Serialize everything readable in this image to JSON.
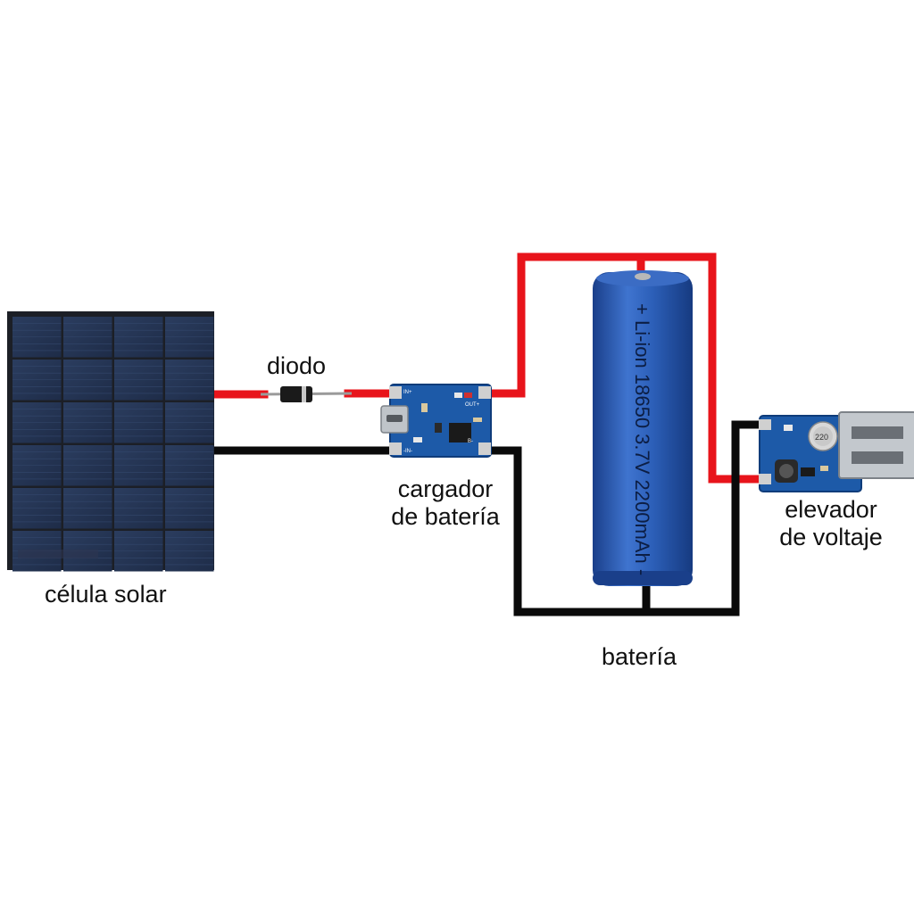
{
  "labels": {
    "diode": "diodo",
    "charger_line1": "cargador",
    "charger_line2": "de batería",
    "solar_cell": "célula solar",
    "battery": "batería",
    "booster_line1": "elevador",
    "booster_line2": "de voltaje"
  },
  "battery_print": "+ Li-ion 18650 3.7V 2200mAh -",
  "charger_markings": {
    "in_plus": "IN+",
    "in_minus": "-IN-",
    "out_plus": "OUT+",
    "bat_minus": "B-"
  },
  "booster_markings": {
    "inductor": "220"
  },
  "colors": {
    "positive_wire": "#e8141b",
    "negative_wire": "#0a0a0a",
    "solar_frame": "#1c1f26",
    "solar_cell": "#253554",
    "pcb": "#1d5aa8",
    "battery_body": "#2c5fb8"
  }
}
